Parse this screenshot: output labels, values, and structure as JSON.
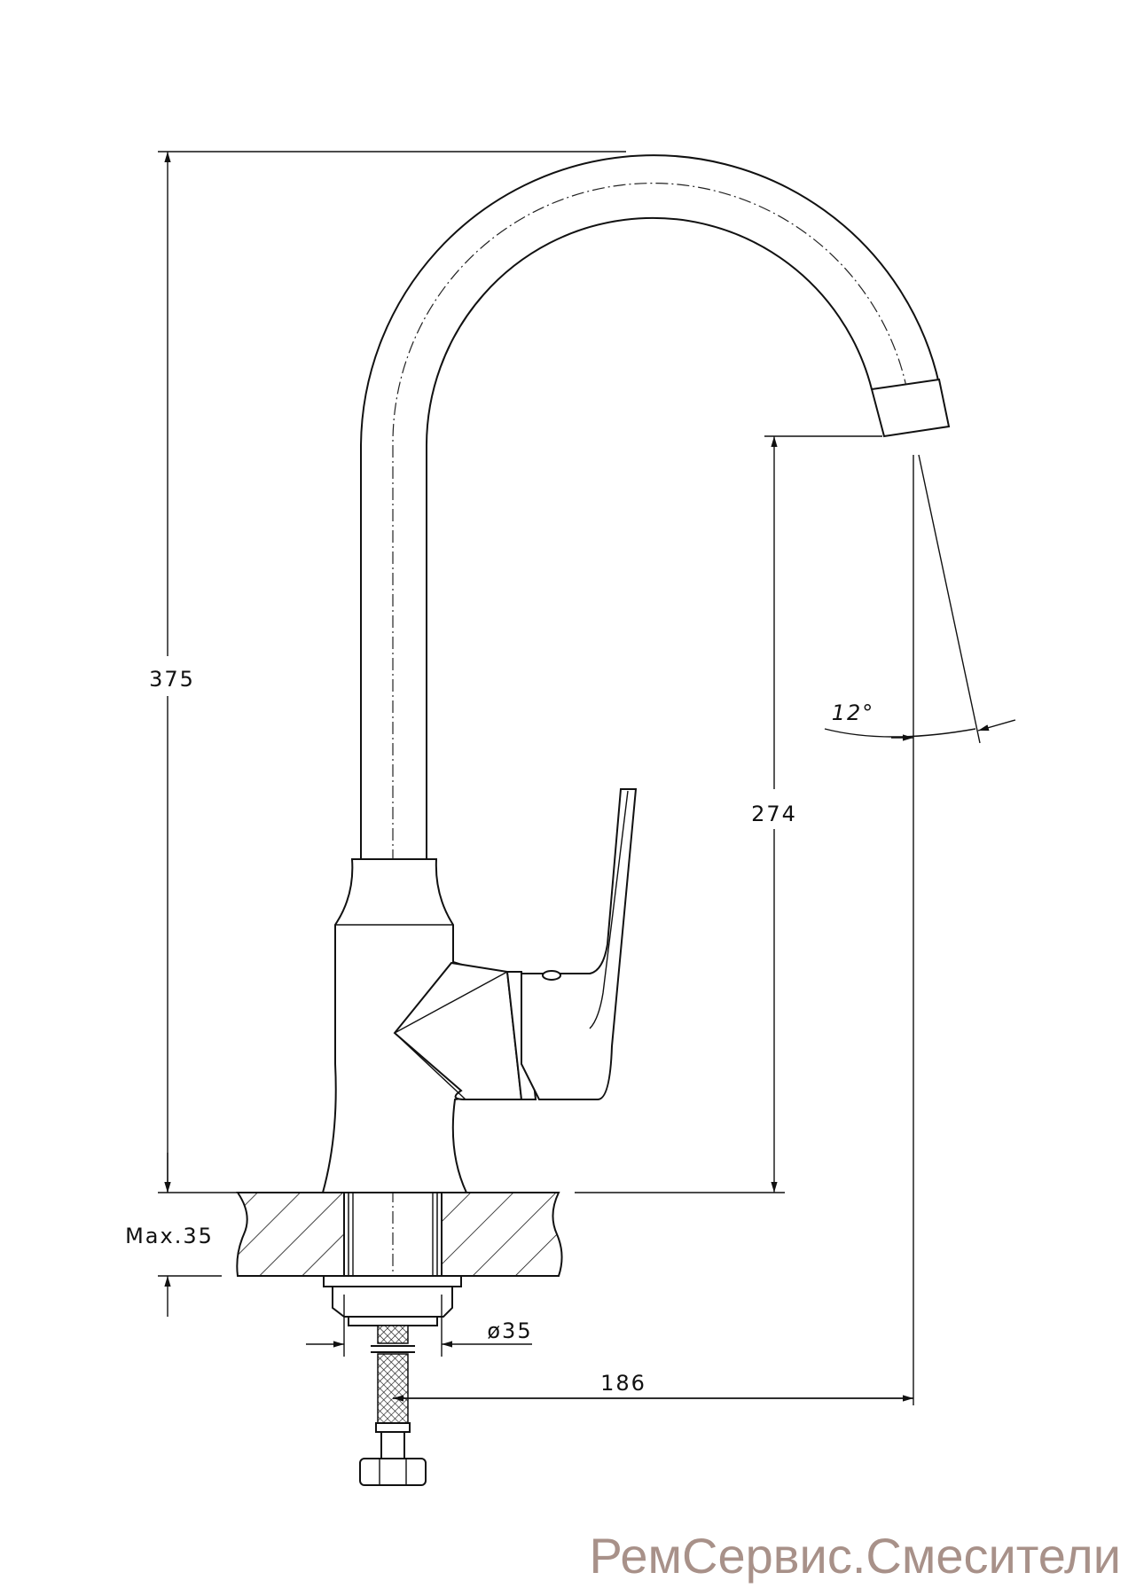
{
  "drawing": {
    "title": "Faucet dimension drawing",
    "dimensions": {
      "total_height": "375",
      "spout_height": "274",
      "spout_reach": "186",
      "max_counter_thickness": "Max.35",
      "mount_hole_diameter": "ø35",
      "swivel_angle": "12°"
    }
  },
  "watermark": "РемСервис.Смесители",
  "colors": {
    "line": "#111111",
    "watermark": "#a89189"
  }
}
